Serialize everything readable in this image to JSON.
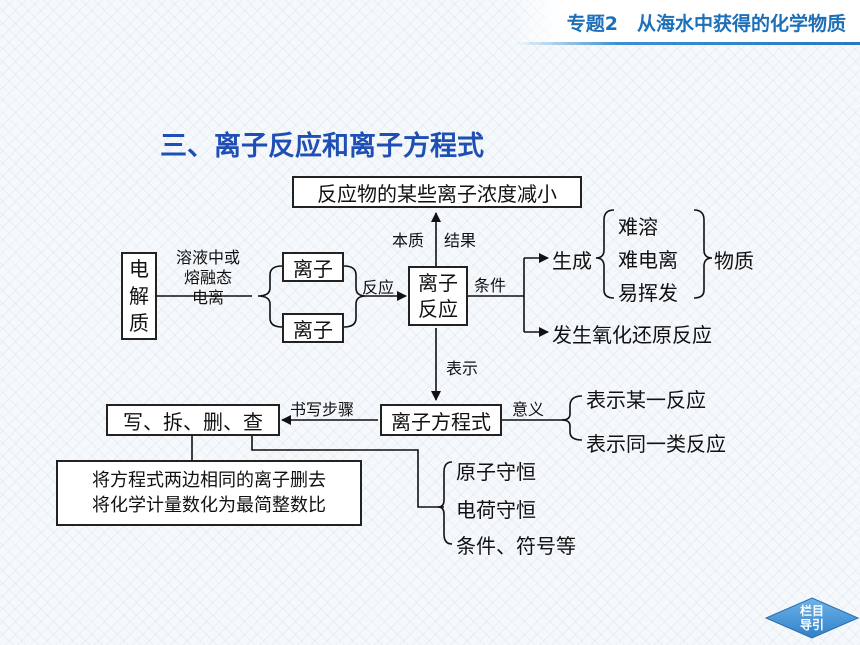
{
  "header": {
    "title": "专题2　从海水中获得的化学物质"
  },
  "section_title": "三、离子反应和离子方程式",
  "nodes": {
    "top_box": "反应物的某些离子浓度减小",
    "electrolyte": [
      "电",
      "解",
      "质"
    ],
    "ionize_condition": [
      "溶液中或",
      "熔融态",
      "电离"
    ],
    "ion_upper": "离子",
    "ion_lower": "离子",
    "reaction_label": "反应",
    "ion_reaction": [
      "离子",
      "反应"
    ],
    "essence": "本质",
    "result": "结果",
    "condition": "条件",
    "generate": "生成",
    "products": [
      "难溶",
      "难电离",
      "易挥发"
    ],
    "substance": "物质",
    "redox": "发生氧化还原反应",
    "represent": "表示",
    "ionic_equation": "离子方程式",
    "writing_steps": "书写步骤",
    "steps_box": "写、拆、删、查",
    "meaning": "意义",
    "meaning_items": [
      "表示某一反应",
      "表示同一类反应"
    ],
    "delete_box": [
      "将方程式两边相同的离子删去",
      "将化学计量数化为最简整数比"
    ],
    "check_items": [
      "原子守恒",
      "电荷守恒",
      "条件、符号等"
    ]
  },
  "nav": {
    "label_line1": "栏目",
    "label_line2": "导引"
  },
  "colors": {
    "header_text": "#1d6fb8",
    "section_title": "#1f4fb4",
    "nav_button": "#3d8fd1"
  }
}
